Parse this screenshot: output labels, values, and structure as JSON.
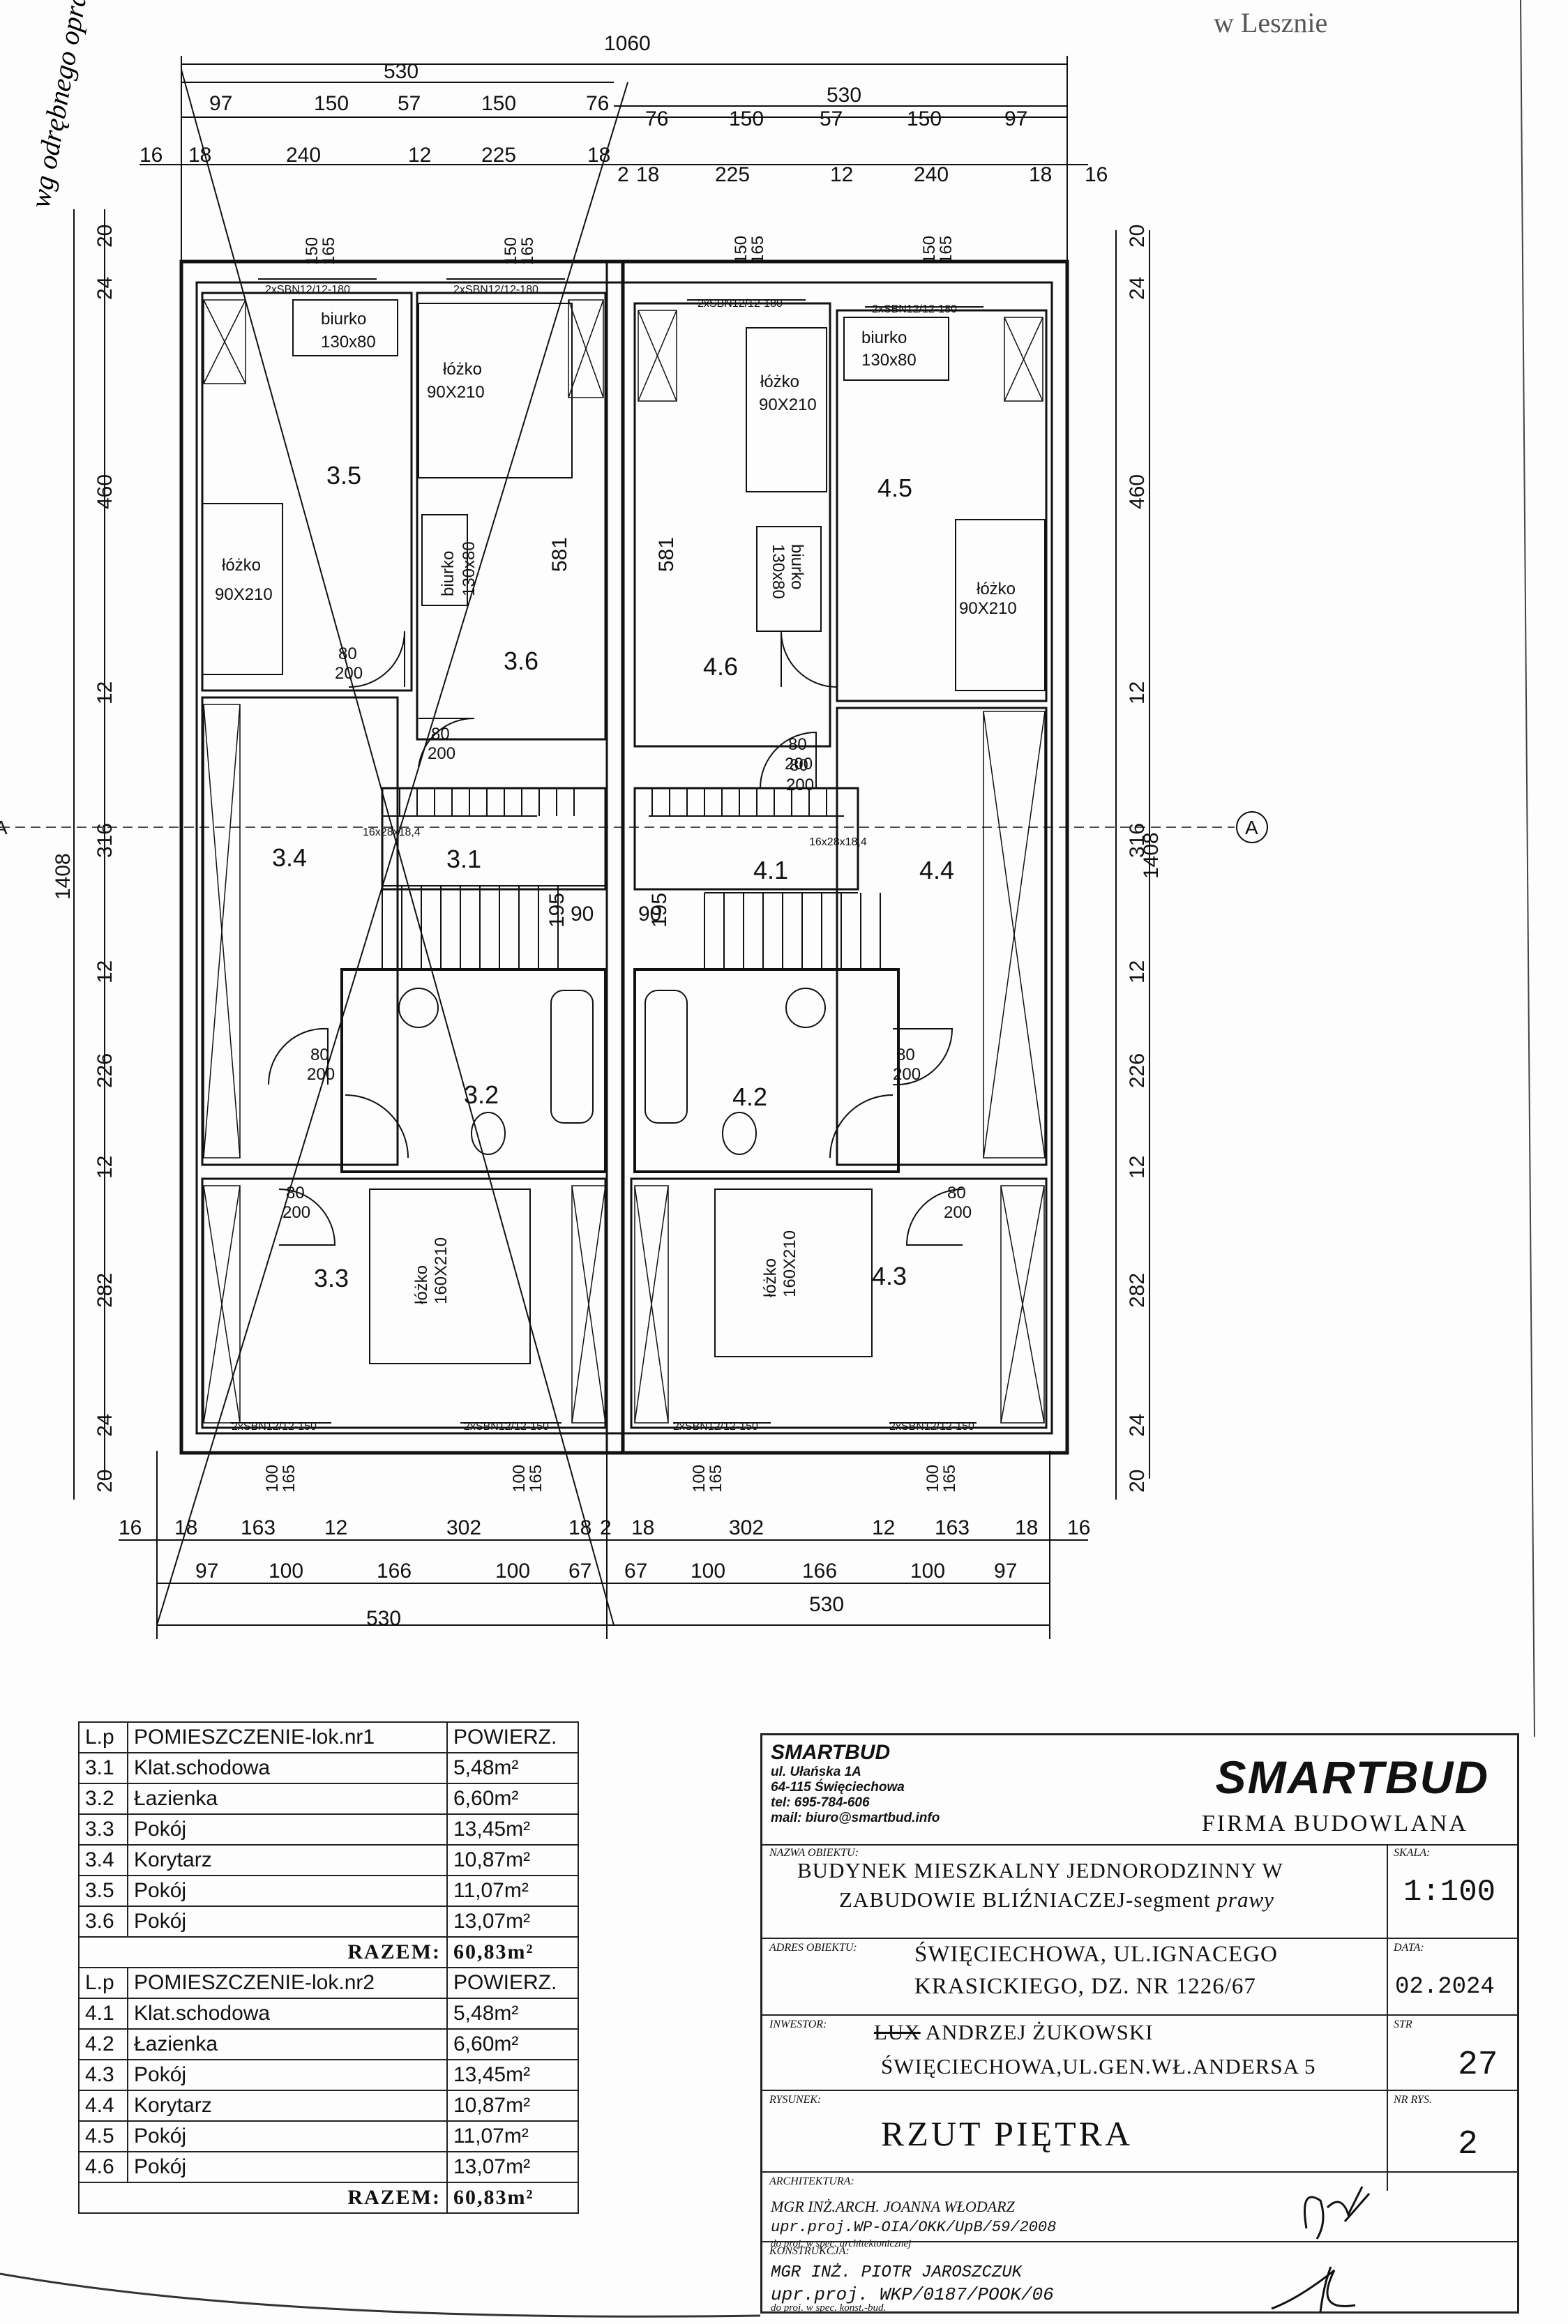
{
  "header_note": "w Lesznie",
  "handwritten_side_note": "wg odrębnego opracowania",
  "dimensions": {
    "total_width": "1060",
    "half_width": "530",
    "top_row1": [
      "97",
      "150",
      "57",
      "150",
      "76",
      "76",
      "150",
      "57",
      "150",
      "97"
    ],
    "top_row2": [
      "16",
      "18",
      "240",
      "12",
      "225",
      "18",
      "2",
      "18",
      "225",
      "12",
      "240",
      "18",
      "16"
    ],
    "bottom_row1": [
      "16",
      "18",
      "163",
      "12",
      "302",
      "18",
      "2",
      "18",
      "302",
      "12",
      "163",
      "18",
      "16"
    ],
    "bottom_row2": [
      "97",
      "100",
      "166",
      "100",
      "67",
      "67",
      "100",
      "166",
      "100",
      "97"
    ],
    "vertical": [
      "20",
      "24",
      "460",
      "12",
      "316",
      "12",
      "226",
      "12",
      "282",
      "24",
      "20"
    ],
    "total_height": "1408",
    "interior": [
      "581",
      "581",
      "195",
      "195",
      "90",
      "90"
    ]
  },
  "axis_label": "A",
  "rooms": {
    "r31": "3.1",
    "r32": "3.2",
    "r33": "3.3",
    "r34": "3.4",
    "r35": "3.5",
    "r36": "3.6",
    "r41": "4.1",
    "r42": "4.2",
    "r43": "4.3",
    "r44": "4.4",
    "r45": "4.5",
    "r46": "4.6"
  },
  "furniture": {
    "desk": "biurko",
    "desk_size": "130x80",
    "bed": "łóżko",
    "bed_single": "90X210",
    "bed_double": "160X210"
  },
  "doors": {
    "width": "80",
    "height": "200"
  },
  "windows": {
    "top": "2xSBN12/12-180",
    "bottom": "2xSBN12/12-150",
    "top_dims": [
      "150",
      "165"
    ],
    "bottom_dims": [
      "100",
      "165"
    ]
  },
  "stairs": "16x28x18,4",
  "table1": {
    "h_num": "L.p",
    "h_name": "POMIESZCZENIE-lok.nr1",
    "h_area": "POWIERZ.",
    "rows": [
      {
        "num": "3.1",
        "name": "Klat.schodowa",
        "area": "5,48m²"
      },
      {
        "num": "3.2",
        "name": "Łazienka",
        "area": "6,60m²"
      },
      {
        "num": "3.3",
        "name": "Pokój",
        "area": "13,45m²"
      },
      {
        "num": "3.4",
        "name": "Korytarz",
        "area": "10,87m²"
      },
      {
        "num": "3.5",
        "name": "Pokój",
        "area": "11,07m²"
      },
      {
        "num": "3.6",
        "name": "Pokój",
        "area": "13,07m²"
      }
    ],
    "total_label": "RAZEM:",
    "total": "60,83m²"
  },
  "table2": {
    "h_num": "L.p",
    "h_name": "POMIESZCZENIE-lok.nr2",
    "h_area": "POWIERZ.",
    "rows": [
      {
        "num": "4.1",
        "name": "Klat.schodowa",
        "area": "5,48m²"
      },
      {
        "num": "4.2",
        "name": "Łazienka",
        "area": "6,60m²"
      },
      {
        "num": "4.3",
        "name": "Pokój",
        "area": "13,45m²"
      },
      {
        "num": "4.4",
        "name": "Korytarz",
        "area": "10,87m²"
      },
      {
        "num": "4.5",
        "name": "Pokój",
        "area": "11,07m²"
      },
      {
        "num": "4.6",
        "name": "Pokój",
        "area": "13,07m²"
      }
    ],
    "total_label": "RAZEM:",
    "total": "60,83m²"
  },
  "titleblock": {
    "company": "SMARTBUD",
    "street": "ul. Ułańska 1A",
    "city": "64-115 Święciechowa",
    "tel": "tel: 695-784-606",
    "mail": "mail: biuro@smartbud.info",
    "logo": "SMARTBUD",
    "firm": "FIRMA BUDOWLANA",
    "object_caption": "NAZWA OBIEKTU:",
    "object_line1": "BUDYNEK MIESZKALNY JEDNORODZINNY W",
    "object_line2": "ZABUDOWIE BLIŹNIACZEJ-segment",
    "object_hand": "prawy",
    "scale_caption": "SKALA:",
    "scale": "1:100",
    "address_caption": "ADRES OBIEKTU:",
    "address_line1": "ŚWIĘCIECHOWA, UL.IGNACEGO",
    "address_line2": "KRASICKIEGO, DZ. NR 1226/67",
    "date_caption": "DATA:",
    "date": "02.2024",
    "investor_caption": "INWESTOR:",
    "investor_struck": "LUX",
    "investor_line1": "ANDRZEJ ŻUKOWSKI",
    "investor_line2": "ŚWIĘCIECHOWA,UL.GEN.WŁ.ANDERSA 5",
    "page_caption": "STR",
    "page": "27",
    "drawing_caption": "RYSUNEK:",
    "drawing": "RZUT PIĘTRA",
    "drawing_no_caption": "NR RYS.",
    "drawing_no": "2",
    "architecture_caption": "ARCHITEKTURA:",
    "architect": "MGR INŻ.ARCH. JOANNA WŁODARZ",
    "architect_lic": "upr.proj.WP-OIA/OKK/UpB/59/2008",
    "architect_scope": "do proj. w spec. architektonicznej",
    "construction_caption": "KONSTRUKCJA:",
    "engineer": "MGR INŻ. PIOTR JAROSZCZUK",
    "engineer_lic": "upr.proj. WKP/0187/POOK/06",
    "engineer_scope": "do proj. w spec. konst.-bud."
  }
}
